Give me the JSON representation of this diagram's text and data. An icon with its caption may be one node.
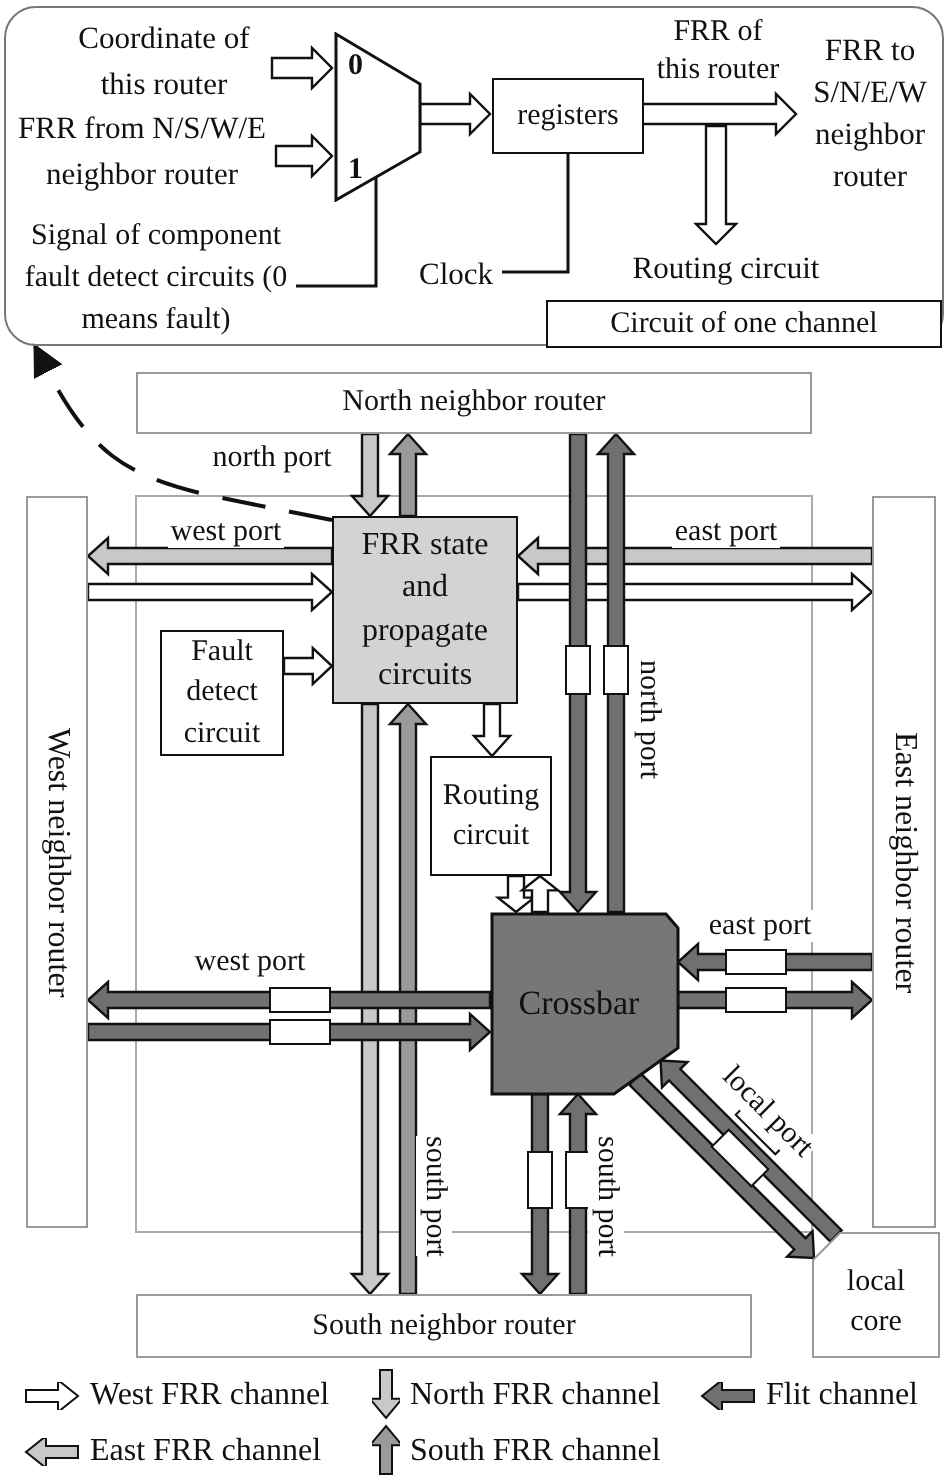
{
  "diagram": {
    "nodes": [
      {
        "text": [],
        "shape": "box"
      },
      {
        "text": [
          "Coordinate of this router"
        ],
        "in": 0
      },
      {
        "text": [
          "FRR from N/S/W/E neighbor router"
        ],
        "in": 0
      },
      {
        "text": [
          "0",
          "1"
        ],
        "in": 0
      },
      {
        "text": [
          "Signal of component fault detect circuits (0 means fault)"
        ],
        "in": 0
      },
      {
        "text": [
          "registers"
        ],
        "in": 0
      },
      {
        "text": [
          "Clock"
        ],
        "in": 0
      },
      {
        "text": [
          "FRR to S/N/E/W neighbor router"
        ],
        "in": 0
      },
      {
        "text": [
          "Routing circuit"
        ],
        "in": 0
      },
      {
        "text": [
          "Circuit of one channel"
        ],
        "in": 0
      },
      {
        "text": [
          "North neighbor router"
        ]
      },
      {
        "text": [
          "West neighbor router"
        ]
      },
      {
        "text": [
          "East neighbor router"
        ]
      },
      {
        "text": [
          "South neighbor router"
        ]
      },
      {
        "text": [
          "local core"
        ]
      },
      {
        "text": [
          "FRR state and propagate circuits"
        ]
      },
      {
        "text": [
          "Fault detect circuit"
        ]
      },
      {
        "text": [
          "Routing circuit"
        ]
      },
      {
        "text": [
          "Crossbar"
        ]
      }
    ],
    "edges": [
      {
        "from": 1,
        "to": 3,
        "arrow": "to",
        "style": "thick"
      },
      {
        "from": 2,
        "to": 3,
        "arrow": "to",
        "style": "thick"
      },
      {
        "from": 4,
        "to": 3,
        "arrow": "none"
      },
      {
        "from": 3,
        "to": 5,
        "arrow": "to",
        "style": "thick"
      },
      {
        "from": 6,
        "to": 5,
        "arrow": "none"
      },
      {
        "from": 5,
        "to": 7,
        "arrow": "to",
        "style": "thick",
        "label": "FRR of this router"
      },
      {
        "from": 5,
        "to": 8,
        "arrow": "to",
        "style": "thick"
      },
      {
        "from": 15,
        "to": 0,
        "arrow": "to",
        "style": "dashed"
      },
      {
        "from": 10,
        "to": 15,
        "arrow": "to",
        "style": "thick",
        "color": "#c8c8c8",
        "label": "north port"
      },
      {
        "from": 15,
        "to": 10,
        "arrow": "to",
        "style": "thick",
        "color": "#9a9a9a"
      },
      {
        "from": 15,
        "to": 11,
        "arrow": "to",
        "style": "thick",
        "color": "#c8c8c8",
        "label": "west port"
      },
      {
        "from": 11,
        "to": 15,
        "arrow": "to",
        "style": "thick"
      },
      {
        "from": 12,
        "to": 15,
        "arrow": "to",
        "style": "thick",
        "color": "#c8c8c8",
        "label": "east port"
      },
      {
        "from": 15,
        "to": 12,
        "arrow": "to",
        "style": "thick"
      },
      {
        "from": 16,
        "to": 15,
        "arrow": "to",
        "style": "thick"
      },
      {
        "from": 15,
        "to": 17,
        "arrow": "to",
        "style": "thick"
      },
      {
        "from": 17,
        "to": 18,
        "arrow": "to",
        "style": "thick"
      },
      {
        "from": 18,
        "to": 17,
        "arrow": "to",
        "style": "thick"
      },
      {
        "from": 15,
        "to": 13,
        "arrow": "to",
        "style": "thick",
        "color": "#c8c8c8"
      },
      {
        "from": 13,
        "to": 15,
        "arrow": "to",
        "style": "thick",
        "color": "#9a9a9a",
        "label": "south port"
      },
      {
        "from": 10,
        "to": 18,
        "arrow": "to",
        "style": "thick",
        "color": "#707070"
      },
      {
        "from": 18,
        "to": 10,
        "arrow": "to",
        "style": "thick",
        "color": "#707070",
        "label": "north port"
      },
      {
        "from": 18,
        "to": 11,
        "arrow": "to",
        "style": "thick",
        "color": "#707070",
        "label": "west port"
      },
      {
        "from": 11,
        "to": 18,
        "arrow": "to",
        "style": "thick",
        "color": "#707070"
      },
      {
        "from": 12,
        "to": 18,
        "arrow": "to",
        "style": "thick",
        "color": "#707070",
        "label": "east port"
      },
      {
        "from": 18,
        "to": 12,
        "arrow": "to",
        "style": "thick",
        "color": "#707070"
      },
      {
        "from": 18,
        "to": 13,
        "arrow": "to",
        "style": "thick",
        "color": "#707070"
      },
      {
        "from": 13,
        "to": 18,
        "arrow": "to",
        "style": "thick",
        "color": "#707070",
        "label": "south port"
      },
      {
        "from": 18,
        "to": 14,
        "arrow": "to",
        "style": "thick",
        "color": "#707070",
        "label": "local port"
      },
      {
        "from": 14,
        "to": 18,
        "arrow": "to",
        "style": "thick",
        "color": "#707070"
      }
    ],
    "legend": [
      {
        "text": "West FRR channel"
      },
      {
        "text": "North FRR channel"
      },
      {
        "text": "Flit channel"
      },
      {
        "text": "East FRR channel"
      },
      {
        "text": "South FRR channel"
      }
    ]
  }
}
